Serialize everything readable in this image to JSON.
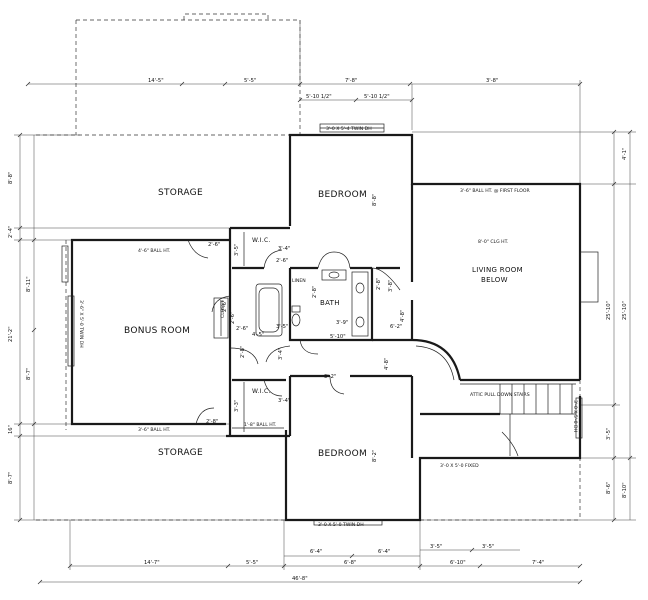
{
  "rooms": {
    "storage_top": "STORAGE",
    "bedroom_top": "BEDROOM",
    "living_1": "LIVING ROOM",
    "living_2": "BELOW",
    "bonus": "BONUS ROOM",
    "bath": "BATH",
    "wic_top": "W.I.C.",
    "wic_bottom": "W.I.C.",
    "linen": "LINEN",
    "closet": "CLOSET",
    "storage_bottom": "STORAGE",
    "bedroom_bottom": "BEDROOM"
  },
  "notes": {
    "window_top": "3'-0 X 5'-4 TWIN DH",
    "wall_ht_first": "3'-6\" BALL HT. @ FIRST FLOOR",
    "clg_ht": "8'-0\" CLG HT.",
    "knee_wall_top": "4'-6\" BALL HT.",
    "knee_wall_left": "3'-6\" X 5'-0 TWIN DH",
    "knee_wall_bottom": "3'-6\" BALL HT.",
    "dim_wic_bottom": "1'-8\" BALL HT.",
    "stair_note": "ATTIC PULL DOWN STAIRS",
    "window_right": "3'-0 X 5'-0 DH",
    "window_bottom": "3'-0 X 5'-0 TWIN DH",
    "fixed_window": "3'-0 X 5'-0 FIXED"
  },
  "dimensions": {
    "top_1": "14'-5\"",
    "top_2": "5'-5\"",
    "top_3": "7'-8\"",
    "top_4": "3'-8\"",
    "top_5": "5'-10 1/2\"",
    "top_6": "5'-10 1/2\"",
    "left_1": "8'-8\"",
    "left_2": "2'-4\"",
    "left_3": "8'-11\"",
    "left_4": "21'-2\"",
    "left_5": "8'-7\"",
    "left_6": "16\"",
    "left_7": "8'-7\"",
    "right_1": "4'-1\"",
    "right_2": "25'-10\"",
    "right_3": "25'-10\"",
    "right_4": "8'-6\"",
    "right_5": "3'-5\"",
    "right_6": "8'-10\"",
    "bottom_1": "14'-7\"",
    "bottom_2": "5'-5\"",
    "bottom_3": "6'-8\"",
    "bottom_4": "6'-4\"",
    "bottom_5": "6'-4\"",
    "bottom_6": "3'-5\"",
    "bottom_7": "3'-5\"",
    "bottom_8": "6'-10\"",
    "bottom_9": "7'-4\"",
    "bottom_total": "46'-8\"",
    "bed_top_v": "8'-8\"",
    "bed_bot_v": "8'-2\"",
    "living_v": "4'-8\"",
    "hall_v": "4'-8\"",
    "bath_1": "3'-9\"",
    "bath_2": "5'-10\"",
    "bath_3": "3'-5\"",
    "bath_4": "4'-5\"",
    "wic_1": "3'-5\"",
    "wic_2": "3'-4\"",
    "wic_3": "3'-3\"",
    "wic_4": "3'-4\"",
    "hall_1": "3'-4\"",
    "hall_2": "3'-2\"",
    "closet_1": "2'-6\"",
    "closet_2": "2'-6\"",
    "living_h": "6'-2\"",
    "living_3": "3'-8\"",
    "door_1": "2'-6\"",
    "door_2": "2'-8\"",
    "door_3": "2'-6\"",
    "door_4": "2'-8\"",
    "door_5": "2'-6\"",
    "door_6": "2'-8\"",
    "door_7": "2'-8\""
  }
}
